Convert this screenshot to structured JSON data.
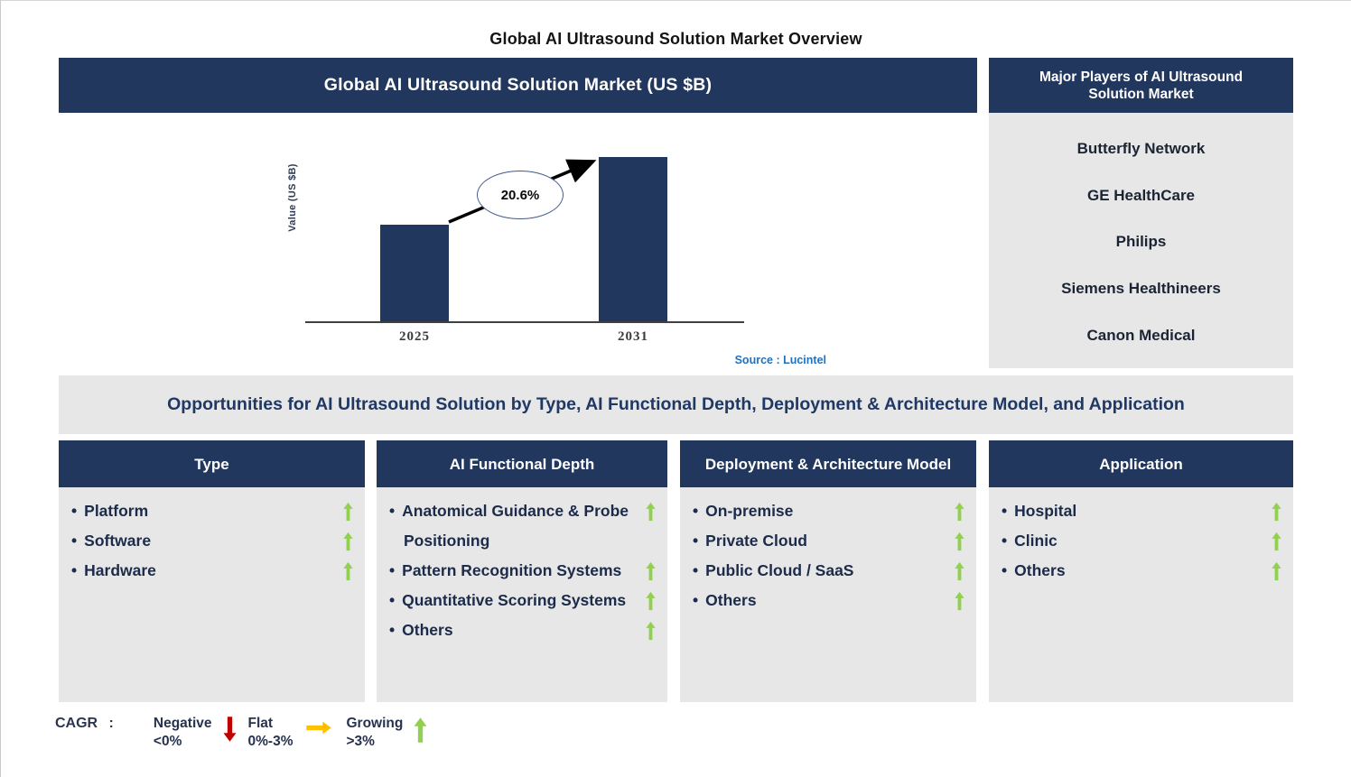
{
  "page": {
    "title": "Global AI Ultrasound Solution Market Overview"
  },
  "chart_panel": {
    "header": "Global AI Ultrasound Solution Market (US $B)",
    "source": "Source : Lucintel"
  },
  "chart_data": {
    "type": "bar",
    "title": "Global AI Ultrasound Solution Market (US $B)",
    "ylabel": "Value (US $B)",
    "xlabel": "",
    "categories": [
      "2025",
      "2031"
    ],
    "relative_heights_pct": [
      59,
      100
    ],
    "y_axis_numeric_labels_shown": false,
    "cagr_label": "20.6%",
    "bar_color": "#21375D",
    "annotation": "arrow from 2025 bar top to 2031 bar top through ellipse labeled 20.6%"
  },
  "major_players": {
    "header": "Major Players of AI Ultrasound Solution Market",
    "companies": [
      "Butterfly Network",
      "GE HealthCare",
      "Philips",
      "Siemens Healthineers",
      "Canon Medical"
    ]
  },
  "opportunities": {
    "banner": "Opportunities for AI Ultrasound Solution by Type, AI Functional Depth, Deployment & Architecture Model, and Application",
    "columns": [
      {
        "header": "Type",
        "items": [
          "Platform",
          "Software",
          "Hardware"
        ],
        "trends": [
          "up",
          "up",
          "up"
        ]
      },
      {
        "header": "AI Functional Depth",
        "items": [
          "Anatomical Guidance & Probe Positioning",
          "Pattern Recognition Systems",
          "Quantitative Scoring Systems",
          "Others"
        ],
        "trends": [
          "up",
          "up",
          "up",
          "up"
        ]
      },
      {
        "header": "Deployment & Architecture Model",
        "items": [
          "On-premise",
          "Private Cloud",
          "Public Cloud / SaaS",
          "Others"
        ],
        "trends": [
          "up",
          "up",
          "up",
          "up"
        ]
      },
      {
        "header": "Application",
        "items": [
          "Hospital",
          "Clinic",
          "Others"
        ],
        "trends": [
          "up",
          "up",
          "up"
        ]
      }
    ]
  },
  "cagr_legend": {
    "label": "CAGR :",
    "items": [
      {
        "name": "Negative",
        "range": "<0%",
        "direction": "down",
        "color": "#C00000"
      },
      {
        "name": "Flat",
        "range": "0%-3%",
        "direction": "right",
        "color": "#FFC000"
      },
      {
        "name": "Growing",
        "range": ">3%",
        "direction": "up",
        "color": "#92D050"
      }
    ]
  },
  "colors": {
    "navy": "#21375D",
    "panel_gray": "#E7E7E7",
    "growing_green": "#92D050",
    "source_blue": "#1F72C0",
    "banner_text": "#1F3864"
  }
}
